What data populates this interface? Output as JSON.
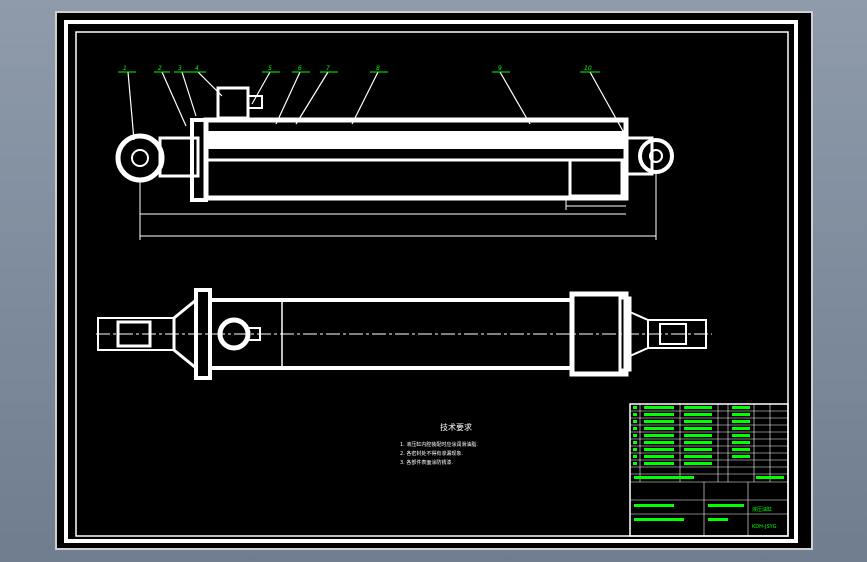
{
  "drawing": {
    "colors": {
      "sheet": "#000000",
      "geometry": "#ffffff",
      "annotation": "#00ff00",
      "border_outer": "#ffffff",
      "frame": "#7a7a7a"
    },
    "balloons": [
      "1",
      "2",
      "3",
      "4",
      "5",
      "6",
      "7",
      "8",
      "9",
      "10"
    ],
    "tech_requirements": {
      "title": "技术要求",
      "lines": [
        "1. 液压缸内腔装配时应涂润滑油脂.",
        "2. 各密封处不得有渗漏现象.",
        "3. 各部件表面涂防锈漆."
      ]
    },
    "title_block": {
      "title_label": "液压油缸",
      "drawing_no": "KDH-JSYG"
    }
  }
}
